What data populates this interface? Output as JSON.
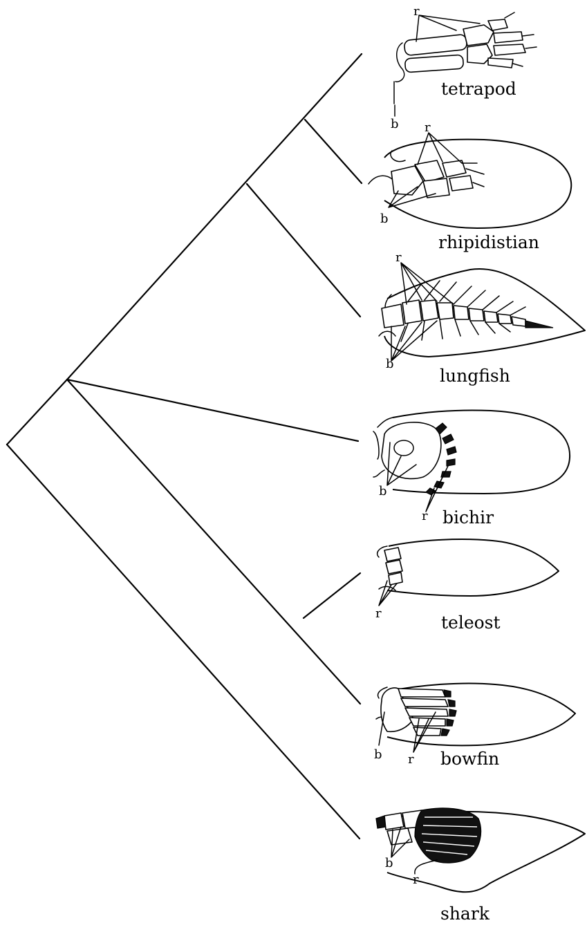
{
  "taxa": {
    "tetrapod": "tetrapod",
    "rhipidistian": "rhipidistian",
    "lungfish": "lungfish",
    "bichir": "bichir",
    "teleost": "teleost",
    "bowfin": "bowfin",
    "shark": "shark"
  },
  "labels": {
    "basal": "b",
    "radial": "r"
  }
}
